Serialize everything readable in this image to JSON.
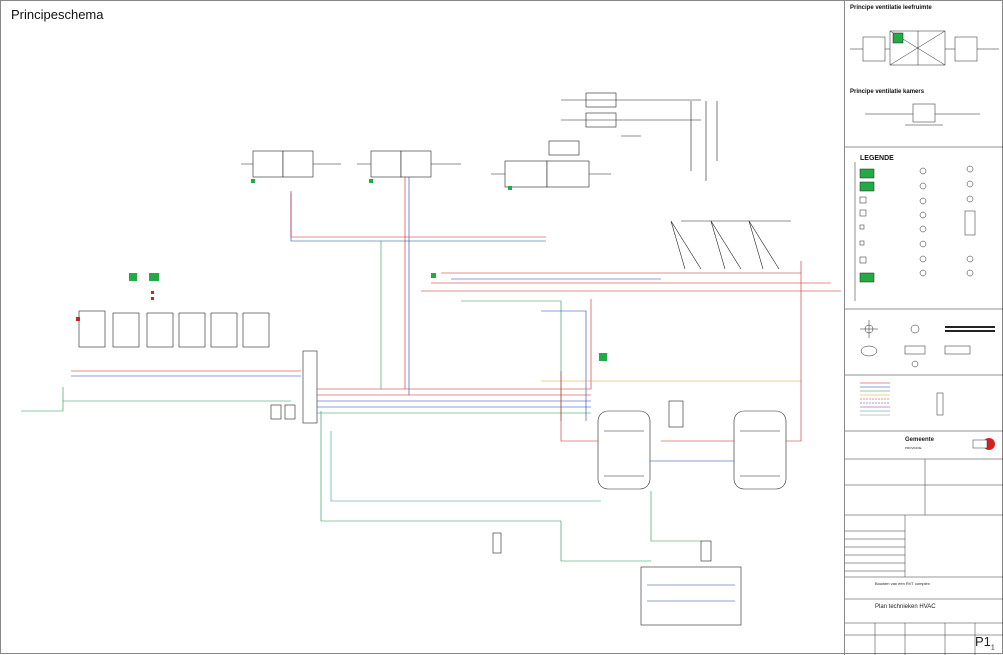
{
  "sheet": {
    "title": "Principeschema"
  },
  "sidebar": {
    "vent_kitchen_title": "Principe ventilatie leefruimte",
    "vent_rooms_title": "Principe ventilatie kamers",
    "legend_title": "LEGENDE"
  },
  "titleblock": {
    "client": "Gemeente",
    "province": "PROVINCIE",
    "project": "Bouwen van een RVT complex",
    "drawing_title": "Plan technieken HVAC",
    "sheet_number": "P1",
    "sheet_sub": "1"
  },
  "colors": {
    "line_dark": "#222222",
    "pipe_red": "#d22020",
    "pipe_blue": "#2040c0",
    "pipe_green": "#1a9a4a",
    "pipe_orange": "#e0a020",
    "equipment_green": "#22aa44",
    "logo_red": "#d62020"
  }
}
